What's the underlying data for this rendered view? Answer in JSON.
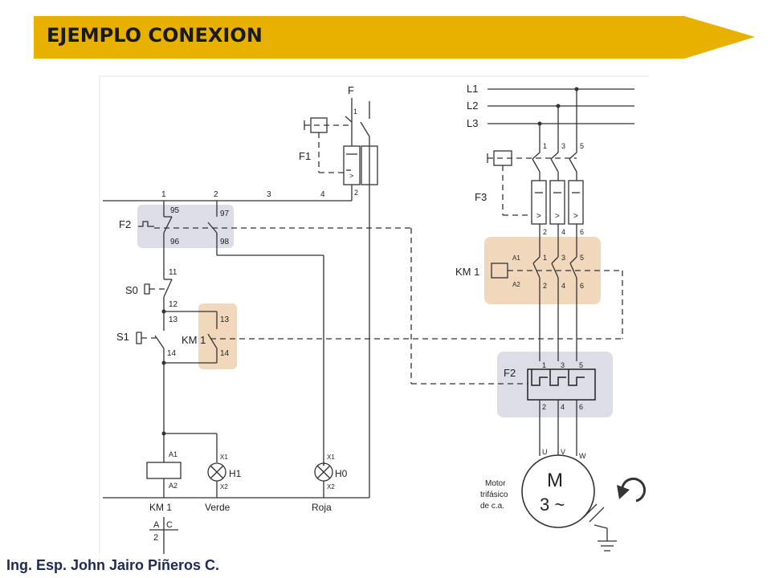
{
  "slide": {
    "title": "EJEMPLO CONEXION",
    "footer": "Ing. Esp. John Jairo Piñeros C.",
    "colors": {
      "banner": "#e8b100",
      "highlight_gray": "#dcdde6",
      "highlight_orange": "#f1d8bd"
    }
  },
  "control_circuit": {
    "fuse_label": "F",
    "fuse_term": "1",
    "breaker_label": "F1",
    "breaker_term": "2",
    "bus_terminals": [
      "1",
      "2",
      "3",
      "4"
    ],
    "overload_label": "F2",
    "overload_nc": [
      "95",
      "96"
    ],
    "overload_no": [
      "97",
      "98"
    ],
    "stop_label": "S0",
    "stop_terms": [
      "11",
      "12"
    ],
    "start_label": "S1",
    "start_terms": [
      "13",
      "14"
    ],
    "hold_contact_label": "KM 1",
    "hold_terms": [
      "13",
      "14"
    ],
    "coil_terms": [
      "A1",
      "A2"
    ],
    "coil_label": "KM 1",
    "lamp_green_label": "H1",
    "lamp_green_terms": [
      "X1",
      "X2"
    ],
    "lamp_green_caption": "Verde",
    "lamp_red_label": "H0",
    "lamp_red_terms": [
      "X1",
      "X2"
    ],
    "lamp_red_caption": "Roja",
    "contact_table": {
      "headers": [
        "A",
        "C"
      ],
      "values": [
        "2",
        ""
      ]
    }
  },
  "power_circuit": {
    "phases": [
      "L1",
      "L2",
      "L3"
    ],
    "breaker_label": "F3",
    "breaker_top": [
      "1",
      "3",
      "5"
    ],
    "breaker_bottom": [
      "2",
      "4",
      "6"
    ],
    "contactor_label": "KM 1",
    "contactor_coil": [
      "A1",
      "A2"
    ],
    "contactor_top": [
      "1",
      "3",
      "5"
    ],
    "contactor_bottom": [
      "2",
      "4",
      "6"
    ],
    "relay_label": "F2",
    "relay_top": [
      "1",
      "3",
      "5"
    ],
    "relay_bottom": [
      "2",
      "4",
      "6"
    ],
    "motor_terms": [
      "U",
      "V",
      "W"
    ],
    "motor_caption": [
      "Motor",
      "trifásico",
      "de c.a."
    ],
    "motor_symbol": "M",
    "motor_phase": "3 ~"
  }
}
